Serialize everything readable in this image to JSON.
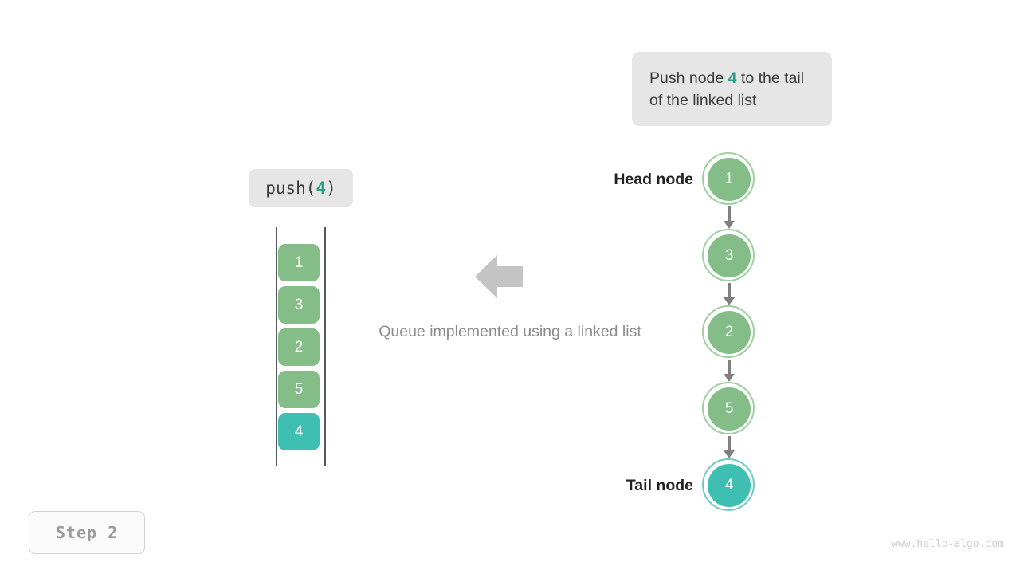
{
  "callout": {
    "text_before": "Push node ",
    "value": "4",
    "text_after": " to the tail of the linked list"
  },
  "operation": {
    "name": "push(",
    "argument": "4",
    "close": ")"
  },
  "queue": {
    "items": [
      {
        "value": "1",
        "color": "#84bd87",
        "highlight": false
      },
      {
        "value": "3",
        "color": "#84bd87",
        "highlight": false
      },
      {
        "value": "2",
        "color": "#84bd87",
        "highlight": false
      },
      {
        "value": "5",
        "color": "#84bd87",
        "highlight": false
      },
      {
        "value": "4",
        "color": "#3fbfb2",
        "highlight": true
      }
    ]
  },
  "flow": {
    "arrow_direction": "left",
    "caption": "Queue implemented using a linked list"
  },
  "linked_list": {
    "head_label": "Head node",
    "tail_label": "Tail node",
    "nodes": [
      {
        "value": "1",
        "color": "#84bd87",
        "ring": "#9fd0a0",
        "highlight": false
      },
      {
        "value": "3",
        "color": "#84bd87",
        "ring": "#9fd0a0",
        "highlight": false
      },
      {
        "value": "2",
        "color": "#84bd87",
        "ring": "#9fd0a0",
        "highlight": false
      },
      {
        "value": "5",
        "color": "#84bd87",
        "ring": "#9fd0a0",
        "highlight": false
      },
      {
        "value": "4",
        "color": "#3fbfb2",
        "ring": "#6fccc4",
        "highlight": true
      }
    ]
  },
  "step": {
    "label": "Step  2"
  },
  "watermark": {
    "text": "www.hello-algo.com"
  },
  "colors": {
    "green": "#84bd87",
    "teal": "#3fbfb2",
    "accent_text": "#2a9d8a",
    "panel_gray": "#e6e6e6",
    "arrow_gray": "#c4c4c4",
    "connector_gray": "#808080"
  }
}
